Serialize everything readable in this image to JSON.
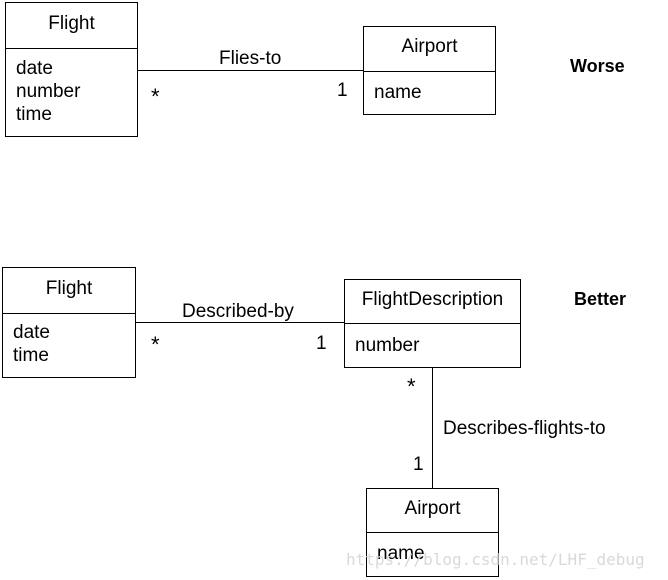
{
  "worse": {
    "tag": "Worse",
    "flight": {
      "name": "Flight",
      "attributes": [
        "date",
        "number",
        "time"
      ]
    },
    "airport": {
      "name": "Airport",
      "attributes": [
        "name"
      ]
    },
    "association": {
      "label": "Flies-to",
      "mult_flight": "*",
      "mult_airport": "1"
    }
  },
  "better": {
    "tag": "Better",
    "flight": {
      "name": "Flight",
      "attributes": [
        "date",
        "time"
      ]
    },
    "flight_description": {
      "name": "FlightDescription",
      "attributes": [
        "number"
      ]
    },
    "airport": {
      "name": "Airport",
      "attributes": [
        "name"
      ]
    },
    "association_described": {
      "label": "Described-by",
      "mult_flight": "*",
      "mult_description": "1"
    },
    "association_describes": {
      "label": "Describes-flights-to",
      "mult_description": "*",
      "mult_airport": "1"
    }
  },
  "watermark": "https://blog.csdn.net/LHF_debug"
}
